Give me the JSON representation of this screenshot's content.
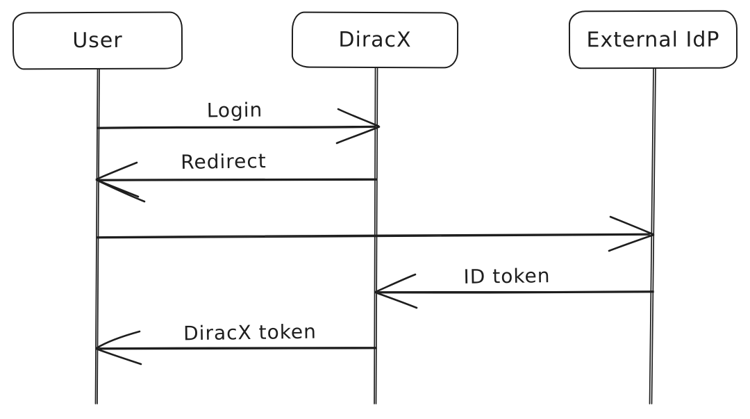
{
  "diagram": {
    "type": "sequence",
    "style": "hand-drawn",
    "colors": {
      "background": "#ffffff",
      "stroke": "#1e1e1e",
      "text": "#1e1e1e"
    },
    "actors": [
      {
        "id": "user",
        "label": "User"
      },
      {
        "id": "diracx",
        "label": "DiracX"
      },
      {
        "id": "external-idp",
        "label": "External IdP"
      }
    ],
    "messages": [
      {
        "label": "Login",
        "from": "User",
        "to": "DiracX",
        "direction": "right"
      },
      {
        "label": "Redirect",
        "from": "DiracX",
        "to": "User",
        "direction": "left"
      },
      {
        "label": "",
        "from": "User",
        "to": "External IdP",
        "direction": "right"
      },
      {
        "label": "ID token",
        "from": "External IdP",
        "to": "DiracX",
        "direction": "left"
      },
      {
        "label": "DiracX token",
        "from": "DiracX",
        "to": "User",
        "direction": "left"
      }
    ]
  }
}
